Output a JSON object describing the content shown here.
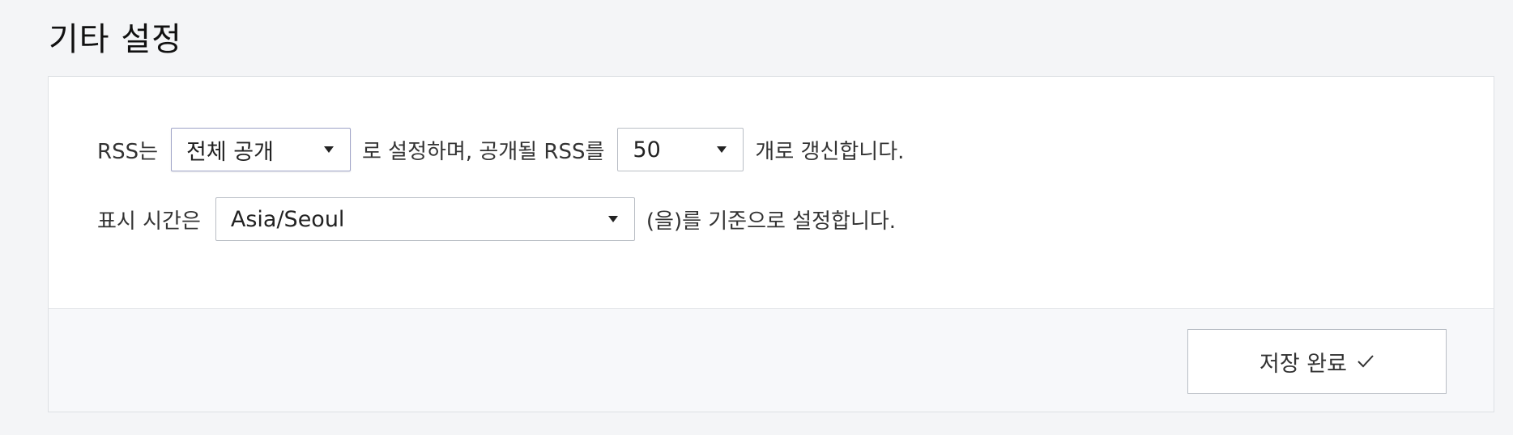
{
  "section": {
    "title": "기타 설정"
  },
  "settings": {
    "rss_prefix": "RSS는",
    "rss_visibility_value": "전체 공개",
    "rss_middle": "로 설정하며, 공개될 RSS를",
    "rss_count_value": "50",
    "rss_suffix": "개로 갱신합니다.",
    "timezone_prefix": "표시 시간은",
    "timezone_value": "Asia/Seoul",
    "timezone_suffix": "(을)를 기준으로 설정합니다."
  },
  "footer": {
    "save_label": "저장 완료",
    "save_icon": "check-icon"
  },
  "colors": {
    "background": "#f4f5f7",
    "panel": "#ffffff",
    "footer": "#f7f8fa",
    "border": "#b9bec5"
  }
}
